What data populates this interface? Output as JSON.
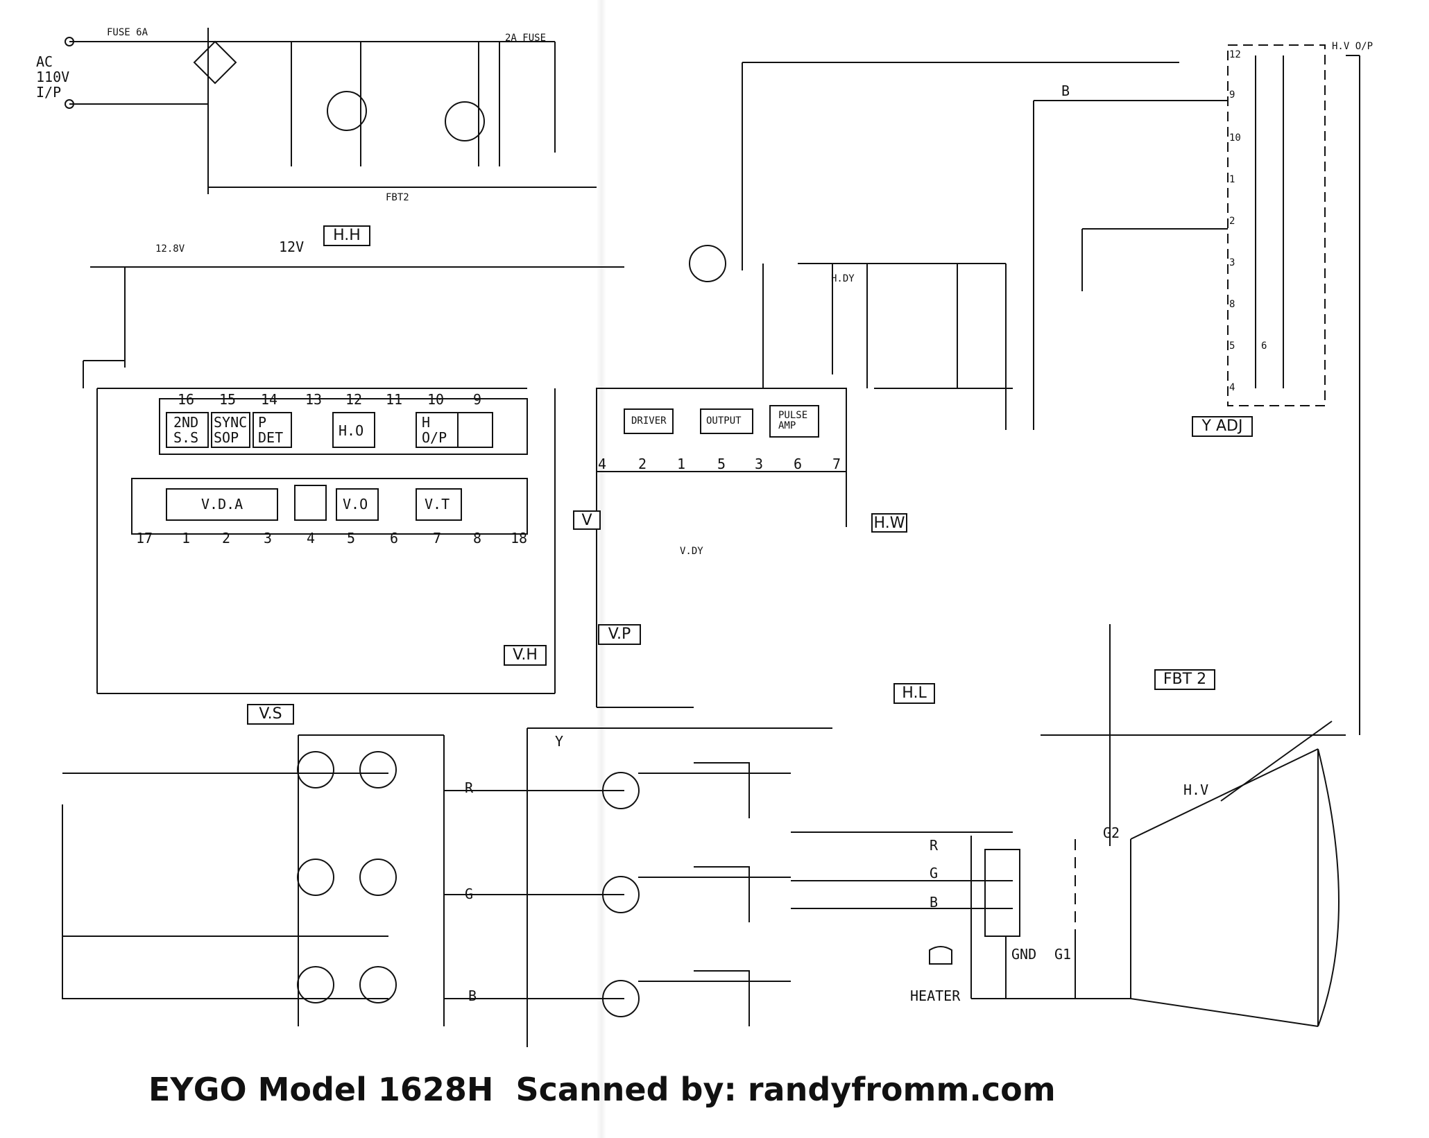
{
  "labels": {
    "ac_input": "AC\n110V\nI/P",
    "fuse_main": "FUSE 6A",
    "fuse_2a": "2A FUSE",
    "hv_out": "H.V O/P",
    "supply_12v": "12V",
    "supply_128v": "12.8V",
    "fbt2_top": "FBT2",
    "b_label": "B",
    "hdy": "H.DY",
    "vdy": "V.DY",
    "y_label": "Y",
    "r_in": "R",
    "g_in": "G",
    "b_in": "B",
    "crt_r": "R",
    "crt_g": "G",
    "crt_b": "B",
    "g2": "G2",
    "g1": "G1",
    "gnd": "GND",
    "heater": "HEATER",
    "hv": "H.V"
  },
  "blocks": {
    "hh": "H.H",
    "vs": "V.S",
    "vp": "V.P",
    "vh": "V.H",
    "hl": "H.L",
    "hw": "H.W",
    "v_small": "V",
    "y_adj": "Y ADJ",
    "fbt2": "FBT 2",
    "ss2nd": "2ND\nS.S",
    "sync_sop": "SYNC\nSOP",
    "p_det": "P\nDET",
    "ho": "H.O",
    "h_op": "H\nO/P",
    "vda": "V.D.A",
    "vo": "V.O",
    "vt": "V.T",
    "driver": "DRIVER",
    "output": "OUTPUT",
    "pulse_amp": "PULSE\nAMP"
  },
  "ic_pins": {
    "top": [
      "16",
      "15",
      "14",
      "13",
      "12",
      "11",
      "10",
      "9"
    ],
    "bottom": [
      "17",
      "1",
      "2",
      "3",
      "4",
      "5",
      "6",
      "7",
      "8",
      "18"
    ],
    "vert_ic": [
      "4",
      "2",
      "1",
      "5",
      "3",
      "6",
      "7"
    ]
  },
  "flyback_pins": [
    "12",
    "9",
    "10",
    "1",
    "2",
    "3",
    "8",
    "5",
    "4",
    "6"
  ],
  "footer": "EYGO Model 1628H  Scanned by: randyfromm.com"
}
